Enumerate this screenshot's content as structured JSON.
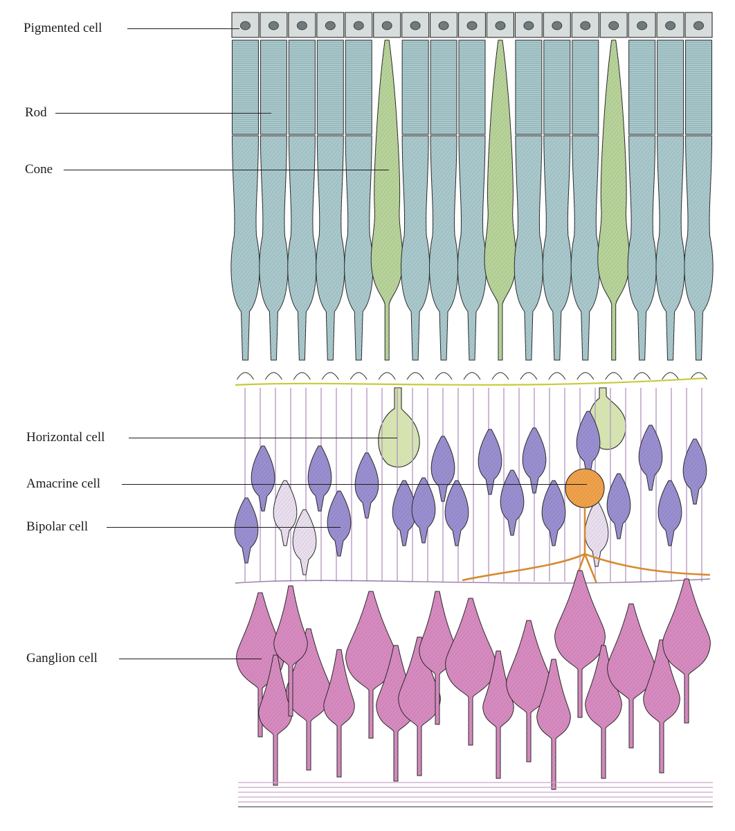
{
  "labels": [
    {
      "key": "pigmented",
      "text": "Pigmented cell"
    },
    {
      "key": "rod",
      "text": "Rod"
    },
    {
      "key": "cone",
      "text": "Cone"
    },
    {
      "key": "horizontal",
      "text": "Horizontal cell"
    },
    {
      "key": "amacrine",
      "text": "Amacrine cell"
    },
    {
      "key": "bipolar",
      "text": "Bipolar cell"
    },
    {
      "key": "ganglion",
      "text": "Ganglion cell"
    }
  ],
  "colors": {
    "rod": "#a9c8cc",
    "rod_dark": "#6e8f95",
    "cone": "#b8d39a",
    "pigment": "#d7dcdc",
    "horizontal": "#d4e3b0",
    "bipolar": "#9a8fd0",
    "amacrine": "#f0a24a",
    "ganglion": "#d78bc0",
    "axon": "#c9a4c8",
    "ink": "#2a2a2a"
  }
}
